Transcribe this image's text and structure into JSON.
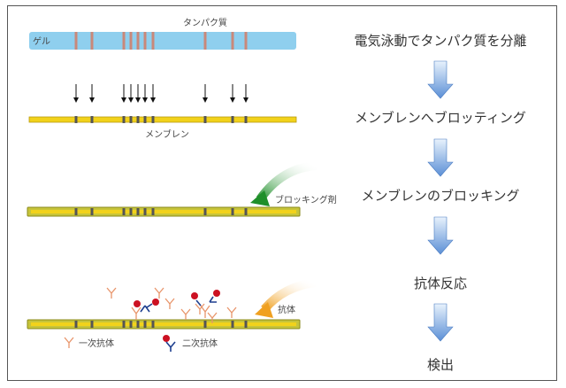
{
  "labels": {
    "protein": "タンパク質",
    "gel": "ゲル",
    "membrane": "メンブレン",
    "blocking_agent": "ブロッキング剤",
    "antibody": "抗体",
    "primary_antibody": "一次抗体",
    "secondary_antibody": "二次抗体"
  },
  "steps": [
    {
      "label": "電気泳動でタンパク質を分離"
    },
    {
      "label": "メンブレンへブロッティング"
    },
    {
      "label": "メンブレンのブロッキング"
    },
    {
      "label": "抗体反応"
    },
    {
      "label": "検出"
    }
  ],
  "colors": {
    "gel": "#8fcfee",
    "protein_band": "#c9887a",
    "membrane": "#f2d21b",
    "membrane_edge": "#b89a10",
    "blocked_membrane": "#c7c43a",
    "blocked_edge": "#8a8a1a",
    "membrane_band": "#555555",
    "step_arrow": "#5b8fd6",
    "blocking_arrow": "#1f8f2a",
    "antibody_arrow": "#f0a020",
    "primary_antibody": "#e8956b",
    "secondary_antibody": "#1e3f8f",
    "enzyme": "#cc1122"
  }
}
